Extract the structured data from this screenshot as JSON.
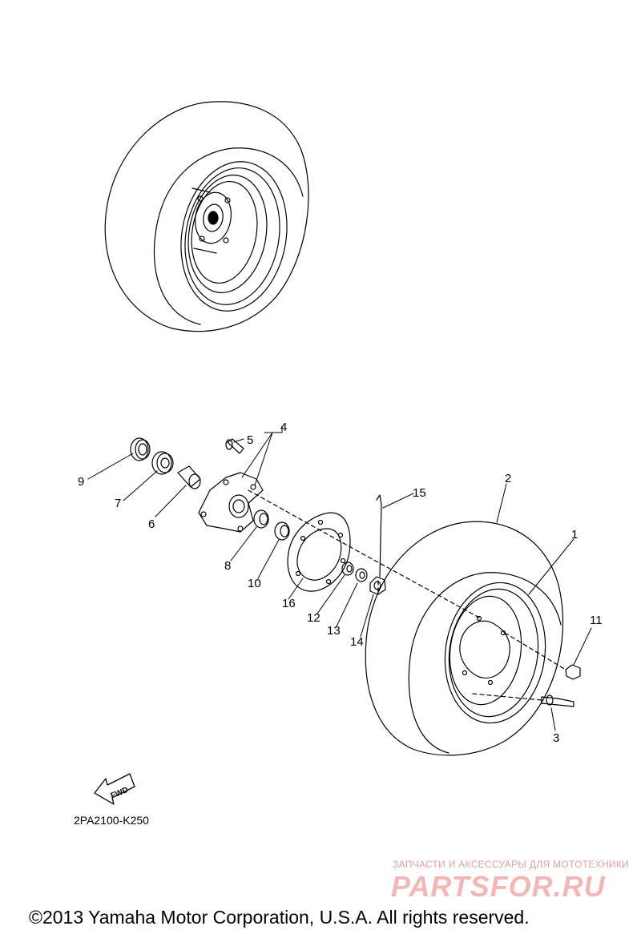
{
  "callouts": {
    "c1": "1",
    "c2": "2",
    "c3": "3",
    "c4": "4",
    "c5": "5",
    "c6": "6",
    "c7": "7",
    "c8": "8",
    "c9": "9",
    "c10": "10",
    "c11": "11",
    "c12": "12",
    "c13": "13",
    "c14": "14",
    "c15": "15",
    "c16": "16"
  },
  "fwd_label": "FWD",
  "drawing_code": "2PA2100-K250",
  "watermark": {
    "subtitle": "ЗАПЧАСТИ И АКСЕССУАРЫ ДЛЯ МОТОТЕХНИКИ",
    "logo": "PARTSFOR.RU"
  },
  "copyright": "©2013 Yamaha Motor Corporation, U.S.A. All rights reserved."
}
